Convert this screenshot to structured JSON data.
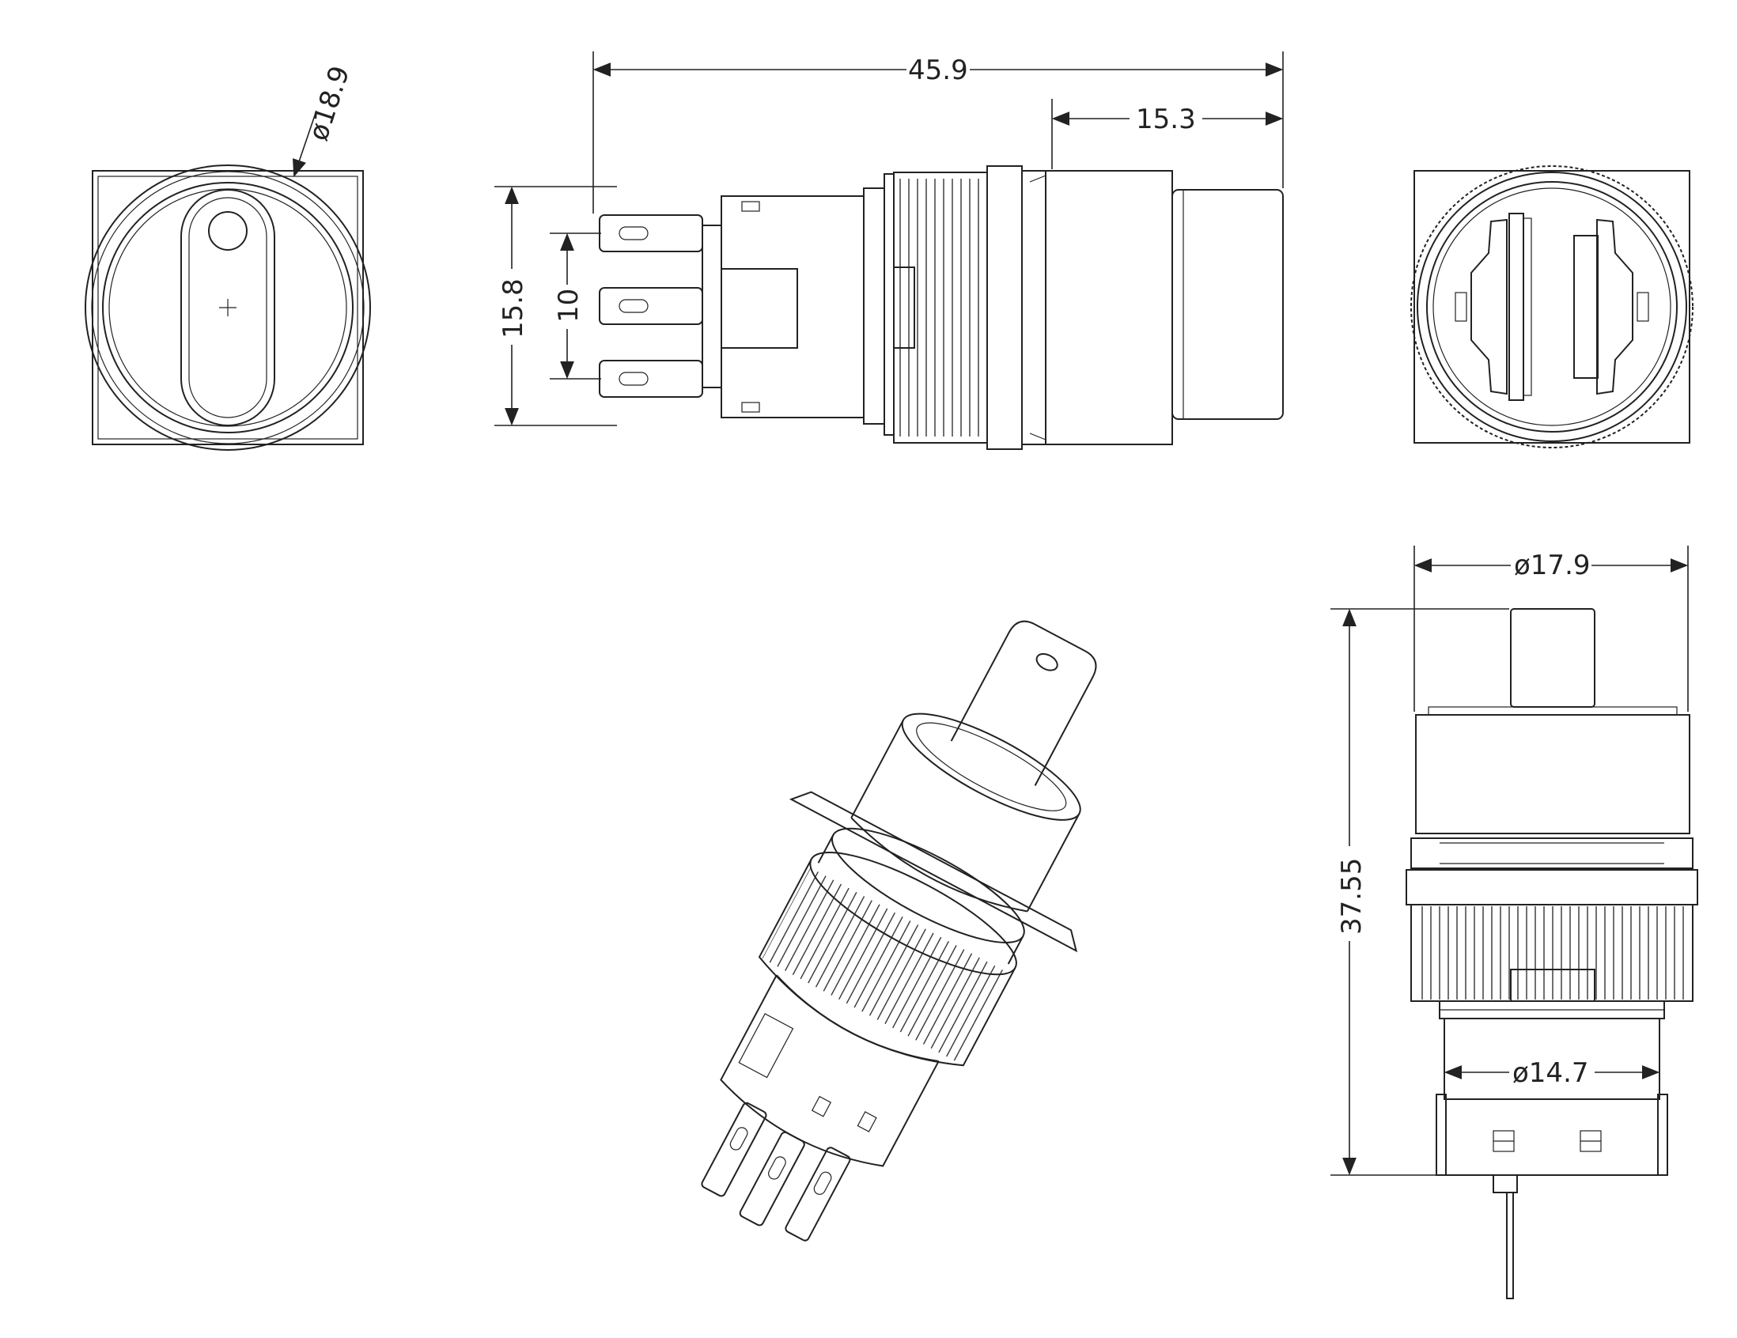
{
  "dimensions": {
    "front_diameter": "ø18.9",
    "overall_length": "45.9",
    "knob_length": "15.3",
    "body_height": "15.8",
    "terminal_pitch": "10",
    "bezel_diameter": "ø17.9",
    "side_height": "37.55",
    "body_diameter": "ø14.7"
  },
  "colors": {
    "line": "#222222",
    "background": "#ffffff"
  }
}
